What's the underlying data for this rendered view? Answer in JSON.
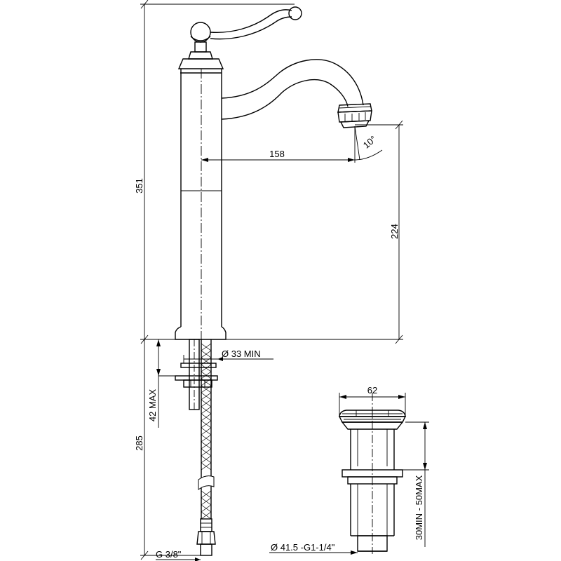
{
  "dimensions": {
    "total_height": "351",
    "spout_reach": "158",
    "spout_height": "224",
    "spout_angle": "10°",
    "base_hole": "Ø 33 MIN",
    "max_thickness": "42 MAX",
    "hose_length": "285",
    "hose_thread": "G 3/8\"",
    "waste_width": "62",
    "waste_range": "30MIN - 50MAX",
    "waste_thread": "Ø 41.5 -G1-1/4\""
  }
}
